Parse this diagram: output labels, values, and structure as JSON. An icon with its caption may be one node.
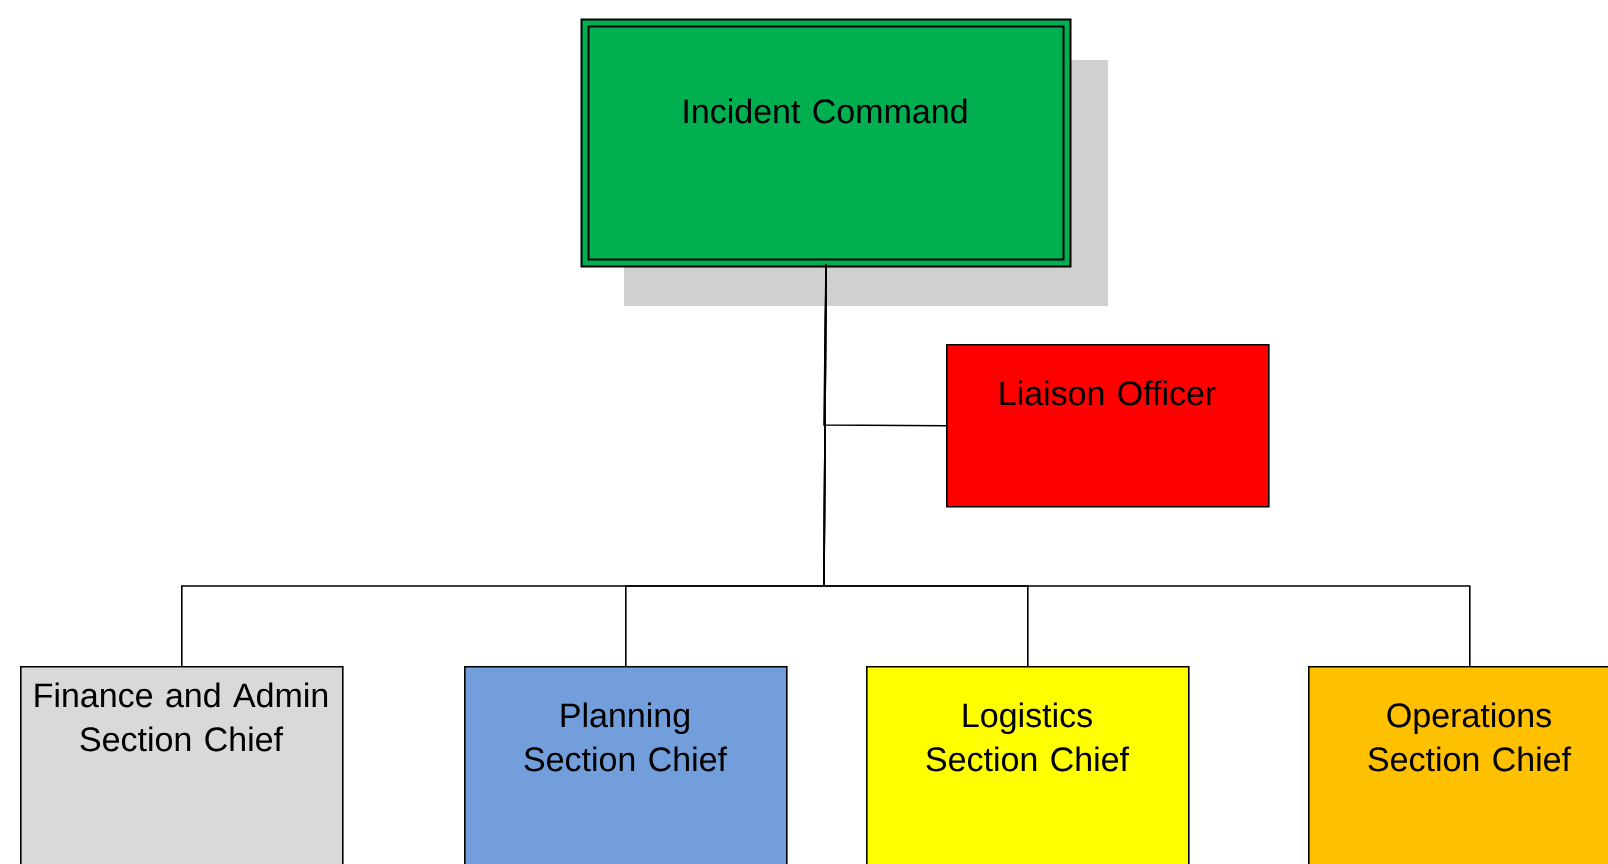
{
  "diagram": {
    "nodes": [
      {
        "text": [
          "Incident Command"
        ]
      },
      {
        "text": [
          "Liaison Officer"
        ]
      },
      {
        "text": [
          "Finance and Admin Section Chief"
        ]
      },
      {
        "text": [
          "Planning Section Chief"
        ]
      },
      {
        "text": [
          "Logistics Section Chief"
        ]
      },
      {
        "text": [
          "Operations Section Chief"
        ]
      }
    ],
    "edges": [
      {
        "from": 0,
        "to": 1,
        "arrow": "none"
      },
      {
        "from": 0,
        "to": 2,
        "arrow": "none"
      },
      {
        "from": 0,
        "to": 3,
        "arrow": "none"
      },
      {
        "from": 0,
        "to": 4,
        "arrow": "none"
      },
      {
        "from": 0,
        "to": 5,
        "arrow": "none"
      }
    ]
  }
}
